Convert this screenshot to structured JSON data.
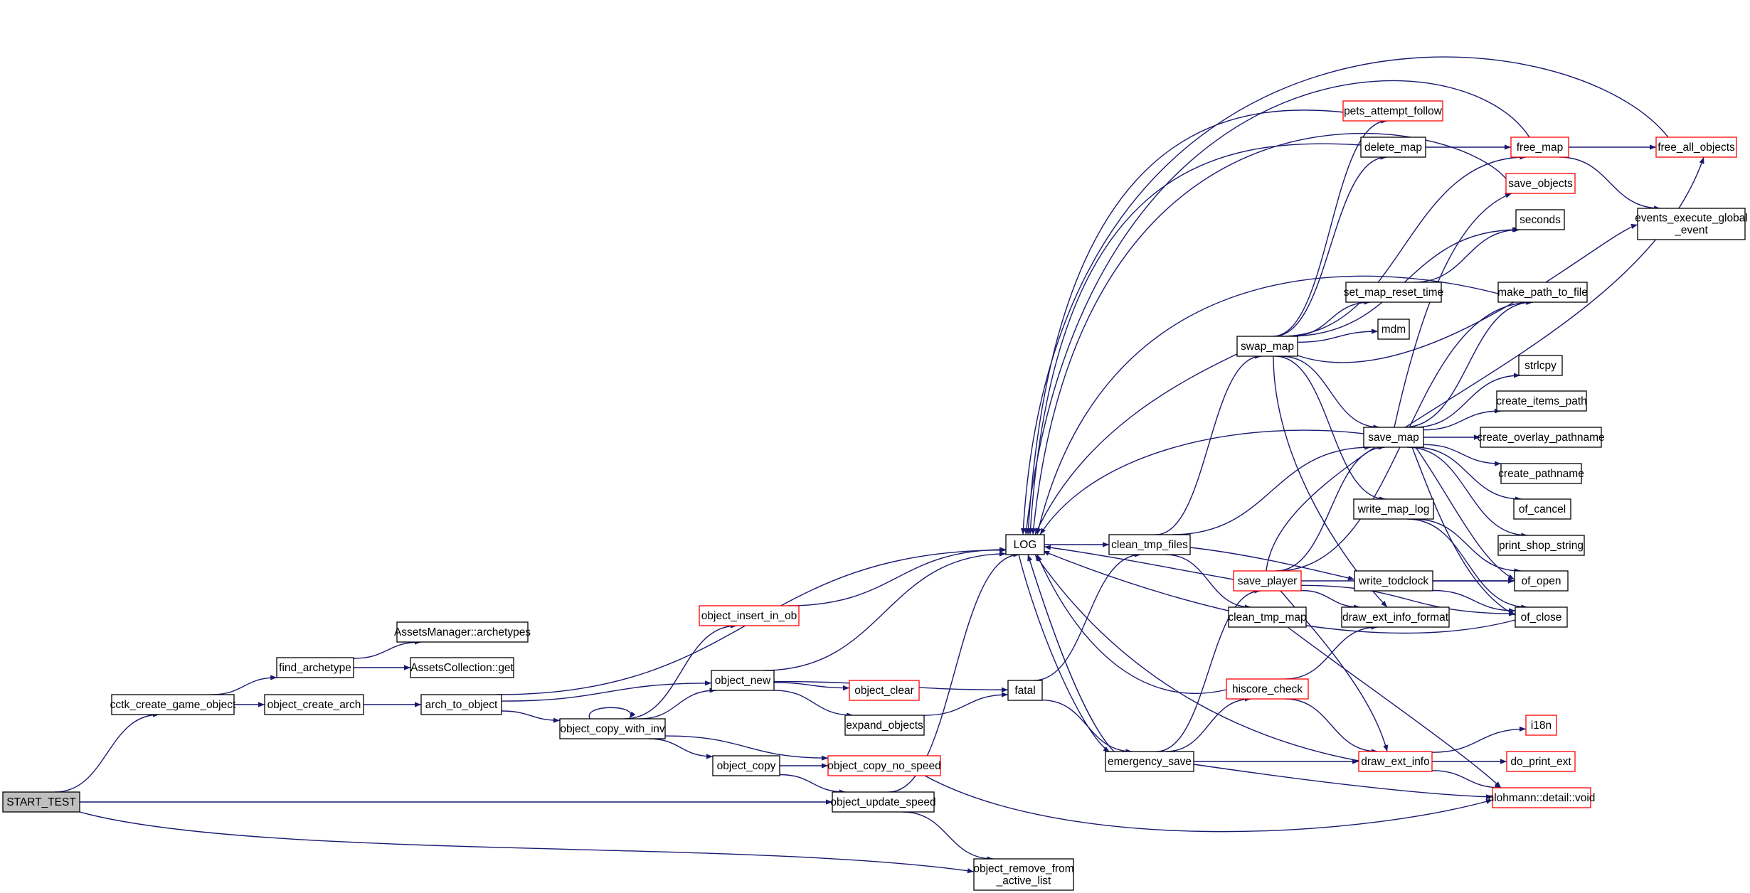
{
  "colors": {
    "edge": "#191970",
    "normal_border": "#000000",
    "highlight_border": "#ff0000",
    "root_fill": "#bfbfbf",
    "fill": "#ffffff"
  },
  "nodes": [
    {
      "id": "START_TEST",
      "lines": [
        "START_TEST"
      ],
      "style": "root"
    },
    {
      "id": "cctk_create_game_object",
      "lines": [
        "cctk_create_game_object"
      ],
      "style": "normal"
    },
    {
      "id": "object_update_speed",
      "lines": [
        "object_update_speed"
      ],
      "style": "normal"
    },
    {
      "id": "object_remove_from_active_list",
      "lines": [
        "object_remove_from",
        "_active_list"
      ],
      "style": "normal"
    },
    {
      "id": "find_archetype",
      "lines": [
        "find_archetype"
      ],
      "style": "normal"
    },
    {
      "id": "object_create_arch",
      "lines": [
        "object_create_arch"
      ],
      "style": "normal"
    },
    {
      "id": "AssetsManager_archetypes",
      "lines": [
        "AssetsManager::archetypes"
      ],
      "style": "normal"
    },
    {
      "id": "AssetsCollection_get",
      "lines": [
        "AssetsCollection::get"
      ],
      "style": "normal"
    },
    {
      "id": "arch_to_object",
      "lines": [
        "arch_to_object"
      ],
      "style": "normal"
    },
    {
      "id": "LOG",
      "lines": [
        "LOG"
      ],
      "style": "normal"
    },
    {
      "id": "object_new",
      "lines": [
        "object_new"
      ],
      "style": "normal"
    },
    {
      "id": "object_copy_with_inv",
      "lines": [
        "object_copy_with_inv"
      ],
      "style": "normal"
    },
    {
      "id": "object_insert_in_ob",
      "lines": [
        "object_insert_in_ob"
      ],
      "style": "red"
    },
    {
      "id": "object_copy",
      "lines": [
        "object_copy"
      ],
      "style": "normal"
    },
    {
      "id": "object_copy_no_speed",
      "lines": [
        "object_copy_no_speed"
      ],
      "style": "red"
    },
    {
      "id": "object_clear",
      "lines": [
        "object_clear"
      ],
      "style": "red"
    },
    {
      "id": "expand_objects",
      "lines": [
        "expand_objects"
      ],
      "style": "normal"
    },
    {
      "id": "fatal",
      "lines": [
        "fatal"
      ],
      "style": "normal"
    },
    {
      "id": "clean_tmp_files",
      "lines": [
        "clean_tmp_files"
      ],
      "style": "normal"
    },
    {
      "id": "emergency_save",
      "lines": [
        "emergency_save"
      ],
      "style": "normal"
    },
    {
      "id": "swap_map",
      "lines": [
        "swap_map"
      ],
      "style": "normal"
    },
    {
      "id": "clean_tmp_map",
      "lines": [
        "clean_tmp_map"
      ],
      "style": "normal"
    },
    {
      "id": "save_map",
      "lines": [
        "save_map"
      ],
      "style": "normal"
    },
    {
      "id": "write_todclock",
      "lines": [
        "write_todclock"
      ],
      "style": "normal"
    },
    {
      "id": "save_player",
      "lines": [
        "save_player"
      ],
      "style": "red"
    },
    {
      "id": "hiscore_check",
      "lines": [
        "hiscore_check"
      ],
      "style": "red"
    },
    {
      "id": "draw_ext_info",
      "lines": [
        "draw_ext_info"
      ],
      "style": "red"
    },
    {
      "id": "draw_ext_info_format",
      "lines": [
        "draw_ext_info_format"
      ],
      "style": "normal"
    },
    {
      "id": "pets_attempt_follow",
      "lines": [
        "pets_attempt_follow"
      ],
      "style": "red"
    },
    {
      "id": "delete_map",
      "lines": [
        "delete_map"
      ],
      "style": "normal"
    },
    {
      "id": "free_map",
      "lines": [
        "free_map"
      ],
      "style": "red"
    },
    {
      "id": "free_all_objects",
      "lines": [
        "free_all_objects"
      ],
      "style": "red"
    },
    {
      "id": "save_objects",
      "lines": [
        "save_objects"
      ],
      "style": "red"
    },
    {
      "id": "seconds",
      "lines": [
        "seconds"
      ],
      "style": "normal"
    },
    {
      "id": "events_execute_global_event",
      "lines": [
        "events_execute_global",
        "_event"
      ],
      "style": "normal"
    },
    {
      "id": "set_map_reset_time",
      "lines": [
        "set_map_reset_time"
      ],
      "style": "normal"
    },
    {
      "id": "make_path_to_file",
      "lines": [
        "make_path_to_file"
      ],
      "style": "normal"
    },
    {
      "id": "mdm",
      "lines": [
        "mdm"
      ],
      "style": "normal"
    },
    {
      "id": "strlcpy",
      "lines": [
        "strlcpy"
      ],
      "style": "normal"
    },
    {
      "id": "create_items_path",
      "lines": [
        "create_items_path"
      ],
      "style": "normal"
    },
    {
      "id": "create_overlay_pathname",
      "lines": [
        "create_overlay_pathname"
      ],
      "style": "normal"
    },
    {
      "id": "create_pathname",
      "lines": [
        "create_pathname"
      ],
      "style": "normal"
    },
    {
      "id": "of_cancel",
      "lines": [
        "of_cancel"
      ],
      "style": "normal"
    },
    {
      "id": "write_map_log",
      "lines": [
        "write_map_log"
      ],
      "style": "normal"
    },
    {
      "id": "print_shop_string",
      "lines": [
        "print_shop_string"
      ],
      "style": "normal"
    },
    {
      "id": "of_open",
      "lines": [
        "of_open"
      ],
      "style": "normal"
    },
    {
      "id": "of_close",
      "lines": [
        "of_close"
      ],
      "style": "normal"
    },
    {
      "id": "i18n",
      "lines": [
        "i18n"
      ],
      "style": "red"
    },
    {
      "id": "do_print_ext",
      "lines": [
        "do_print_ext"
      ],
      "style": "red"
    },
    {
      "id": "nlohmann_detail_void",
      "lines": [
        "nlohmann::detail::void"
      ],
      "style": "red"
    }
  ],
  "edges": [
    [
      "START_TEST",
      "cctk_create_game_object"
    ],
    [
      "START_TEST",
      "object_update_speed"
    ],
    [
      "START_TEST",
      "object_remove_from_active_list"
    ],
    [
      "cctk_create_game_object",
      "find_archetype"
    ],
    [
      "cctk_create_game_object",
      "object_create_arch"
    ],
    [
      "find_archetype",
      "AssetsManager_archetypes"
    ],
    [
      "find_archetype",
      "AssetsCollection_get"
    ],
    [
      "object_create_arch",
      "arch_to_object"
    ],
    [
      "arch_to_object",
      "LOG"
    ],
    [
      "arch_to_object",
      "object_new"
    ],
    [
      "arch_to_object",
      "object_copy_with_inv"
    ],
    [
      "object_copy_with_inv",
      "object_copy_with_inv"
    ],
    [
      "object_copy_with_inv",
      "object_insert_in_ob"
    ],
    [
      "object_copy_with_inv",
      "object_new"
    ],
    [
      "object_copy_with_inv",
      "object_copy"
    ],
    [
      "object_copy_with_inv",
      "object_copy_no_speed"
    ],
    [
      "object_insert_in_ob",
      "LOG"
    ],
    [
      "object_new",
      "LOG"
    ],
    [
      "object_new",
      "object_clear"
    ],
    [
      "object_new",
      "expand_objects"
    ],
    [
      "object_new",
      "fatal"
    ],
    [
      "expand_objects",
      "fatal"
    ],
    [
      "object_copy",
      "object_copy_no_speed"
    ],
    [
      "object_copy",
      "object_update_speed"
    ],
    [
      "object_copy_no_speed",
      "nlohmann_detail_void"
    ],
    [
      "object_update_speed",
      "LOG"
    ],
    [
      "object_update_speed",
      "object_remove_from_active_list"
    ],
    [
      "fatal",
      "clean_tmp_files"
    ],
    [
      "fatal",
      "emergency_save"
    ],
    [
      "LOG",
      "clean_tmp_files"
    ],
    [
      "LOG",
      "emergency_save"
    ],
    [
      "clean_tmp_files",
      "swap_map"
    ],
    [
      "clean_tmp_files",
      "clean_tmp_map"
    ],
    [
      "clean_tmp_files",
      "save_map"
    ],
    [
      "clean_tmp_files",
      "write_todclock"
    ],
    [
      "emergency_save",
      "LOG"
    ],
    [
      "emergency_save",
      "save_player"
    ],
    [
      "emergency_save",
      "hiscore_check"
    ],
    [
      "emergency_save",
      "draw_ext_info"
    ],
    [
      "emergency_save",
      "nlohmann_detail_void"
    ],
    [
      "swap_map",
      "LOG"
    ],
    [
      "swap_map",
      "pets_attempt_follow"
    ],
    [
      "swap_map",
      "delete_map"
    ],
    [
      "swap_map",
      "free_map"
    ],
    [
      "swap_map",
      "seconds"
    ],
    [
      "swap_map",
      "set_map_reset_time"
    ],
    [
      "swap_map",
      "mdm"
    ],
    [
      "swap_map",
      "save_map"
    ],
    [
      "swap_map",
      "write_map_log"
    ],
    [
      "swap_map",
      "draw_ext_info_format"
    ],
    [
      "swap_map",
      "events_execute_global_event"
    ],
    [
      "pets_attempt_follow",
      "LOG"
    ],
    [
      "delete_map",
      "LOG"
    ],
    [
      "delete_map",
      "free_map"
    ],
    [
      "free_map",
      "LOG"
    ],
    [
      "free_map",
      "free_all_objects"
    ],
    [
      "free_map",
      "events_execute_global_event"
    ],
    [
      "free_all_objects",
      "LOG"
    ],
    [
      "save_objects",
      "LOG"
    ],
    [
      "set_map_reset_time",
      "seconds"
    ],
    [
      "save_map",
      "LOG"
    ],
    [
      "save_map",
      "save_objects"
    ],
    [
      "save_map",
      "make_path_to_file"
    ],
    [
      "save_map",
      "strlcpy"
    ],
    [
      "save_map",
      "create_items_path"
    ],
    [
      "save_map",
      "create_overlay_pathname"
    ],
    [
      "save_map",
      "create_pathname"
    ],
    [
      "save_map",
      "of_cancel"
    ],
    [
      "save_map",
      "print_shop_string"
    ],
    [
      "save_map",
      "of_open"
    ],
    [
      "save_map",
      "of_close"
    ],
    [
      "make_path_to_file",
      "LOG"
    ],
    [
      "write_map_log",
      "of_open"
    ],
    [
      "write_map_log",
      "of_close"
    ],
    [
      "write_todclock",
      "of_open"
    ],
    [
      "write_todclock",
      "of_close"
    ],
    [
      "of_close",
      "LOG"
    ],
    [
      "save_player",
      "LOG"
    ],
    [
      "save_player",
      "save_map"
    ],
    [
      "save_player",
      "make_path_to_file"
    ],
    [
      "save_player",
      "draw_ext_info_format"
    ],
    [
      "save_player",
      "draw_ext_info"
    ],
    [
      "save_player",
      "of_open"
    ],
    [
      "save_player",
      "of_close"
    ],
    [
      "save_player",
      "free_all_objects"
    ],
    [
      "clean_tmp_map",
      "nlohmann_detail_void"
    ],
    [
      "hiscore_check",
      "LOG"
    ],
    [
      "hiscore_check",
      "draw_ext_info_format"
    ],
    [
      "hiscore_check",
      "draw_ext_info"
    ],
    [
      "draw_ext_info",
      "LOG"
    ],
    [
      "draw_ext_info",
      "i18n"
    ],
    [
      "draw_ext_info",
      "do_print_ext"
    ],
    [
      "draw_ext_info",
      "nlohmann_detail_void"
    ]
  ]
}
